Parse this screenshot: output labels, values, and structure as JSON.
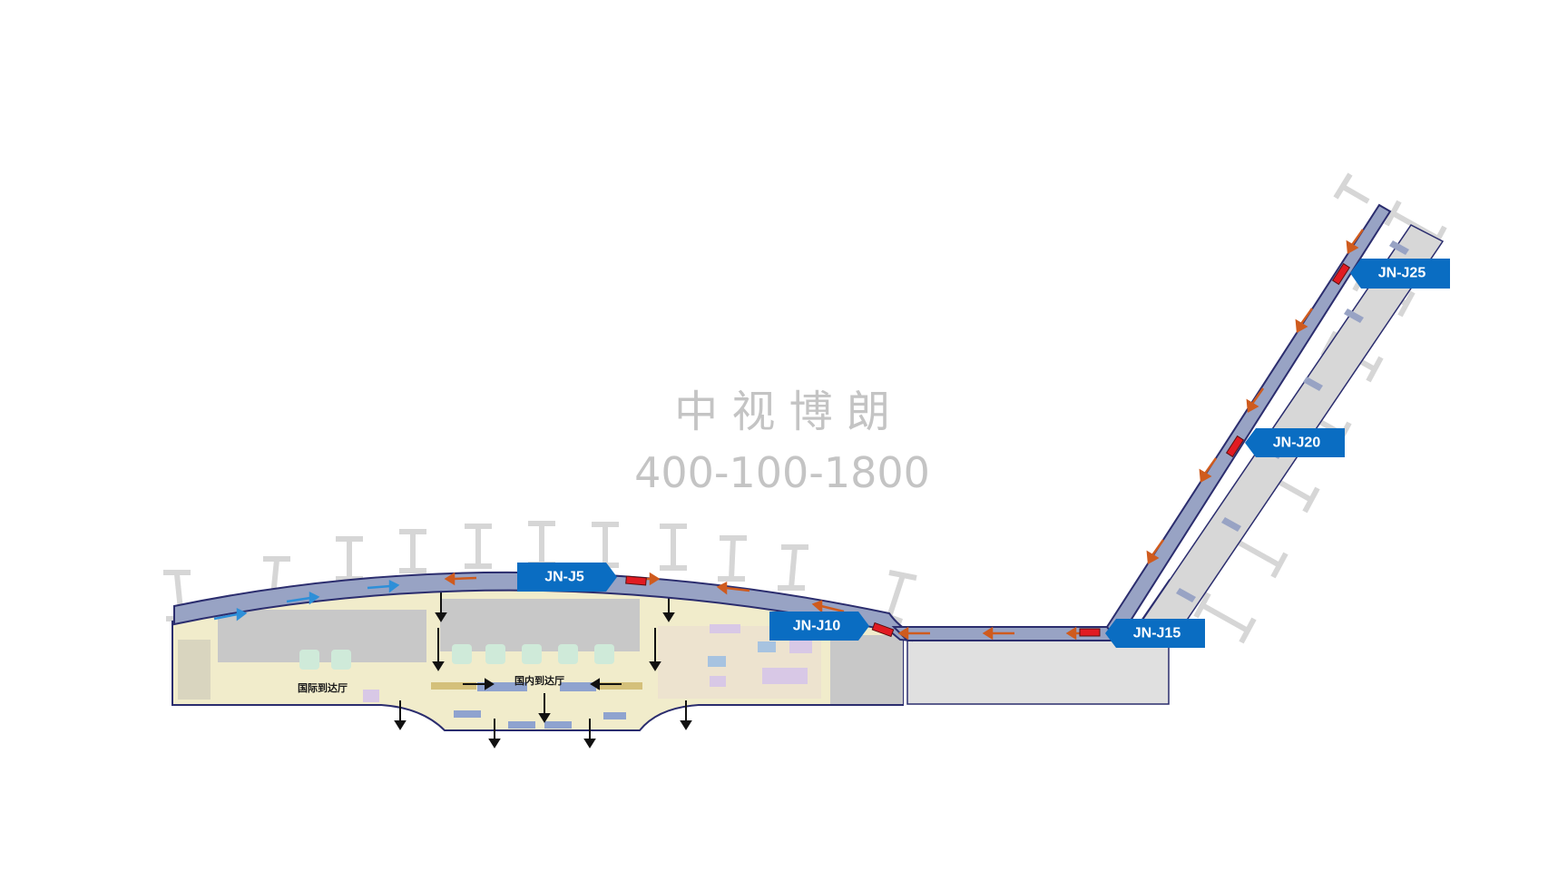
{
  "watermark": {
    "company": "中 视 博 朗",
    "phone": "400-100-1800"
  },
  "hall_labels": {
    "international_arrivals": "国际到达厅",
    "domestic_arrivals": "国内到达厅"
  },
  "ad_positions": [
    {
      "id": "JN-J5"
    },
    {
      "id": "JN-J10"
    },
    {
      "id": "JN-J15"
    },
    {
      "id": "JN-J20"
    },
    {
      "id": "JN-J25"
    }
  ],
  "colors": {
    "tag_blue": "#0a6dc2",
    "ad_marker_red": "#e11b22",
    "corridor_fill": "#98a3c4",
    "corridor_outline": "#2b2d6e",
    "flow_arrow_orange": "#cf5b1e",
    "flow_arrow_blue": "#2e8fd8",
    "hall_floor": "#f1eccb",
    "block_gray": "#c8c8c8",
    "jet_bridge_gray": "#d7d7d7",
    "watermark_gray": "#c4c4c4"
  }
}
